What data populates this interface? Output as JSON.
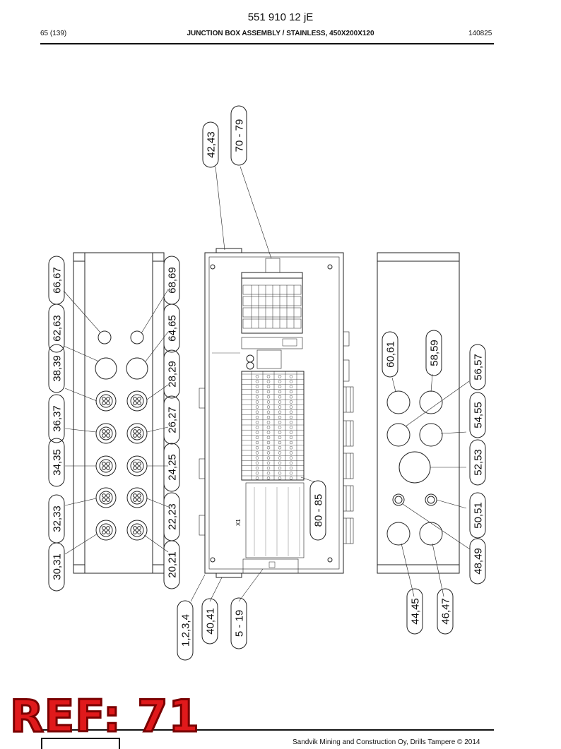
{
  "header": {
    "doc_number": "551 910 12 jE",
    "page": "65 (139)",
    "title": "JUNCTION BOX ASSEMBLY / STAINLESS, 450X200X120",
    "date": "140825"
  },
  "drawing": {
    "left_labels": [
      "66,67",
      "62,63",
      "38,39",
      "36,37",
      "34,35",
      "32,33",
      "30,31"
    ],
    "left_inner_labels": [
      "68,69",
      "64,65",
      "28,29",
      "26,27",
      "24,25",
      "22,23",
      "20,21"
    ],
    "top_labels": [
      "42,43",
      "70 - 79"
    ],
    "center_labels": [
      "80 - 85"
    ],
    "bottom_labels": [
      "1,2,3,4",
      "40,41",
      "5 - 19"
    ],
    "right_labels": [
      "60,61",
      "58,59",
      "56,57",
      "54,55",
      "52,53",
      "50,51",
      "48,49",
      "44,45",
      "46,47"
    ],
    "terminal_label": "X1"
  },
  "footer": {
    "ref_stamp": "REF: 71",
    "copyright": "Sandvik Mining and Construction Oy, Drills Tampere © 2014"
  }
}
